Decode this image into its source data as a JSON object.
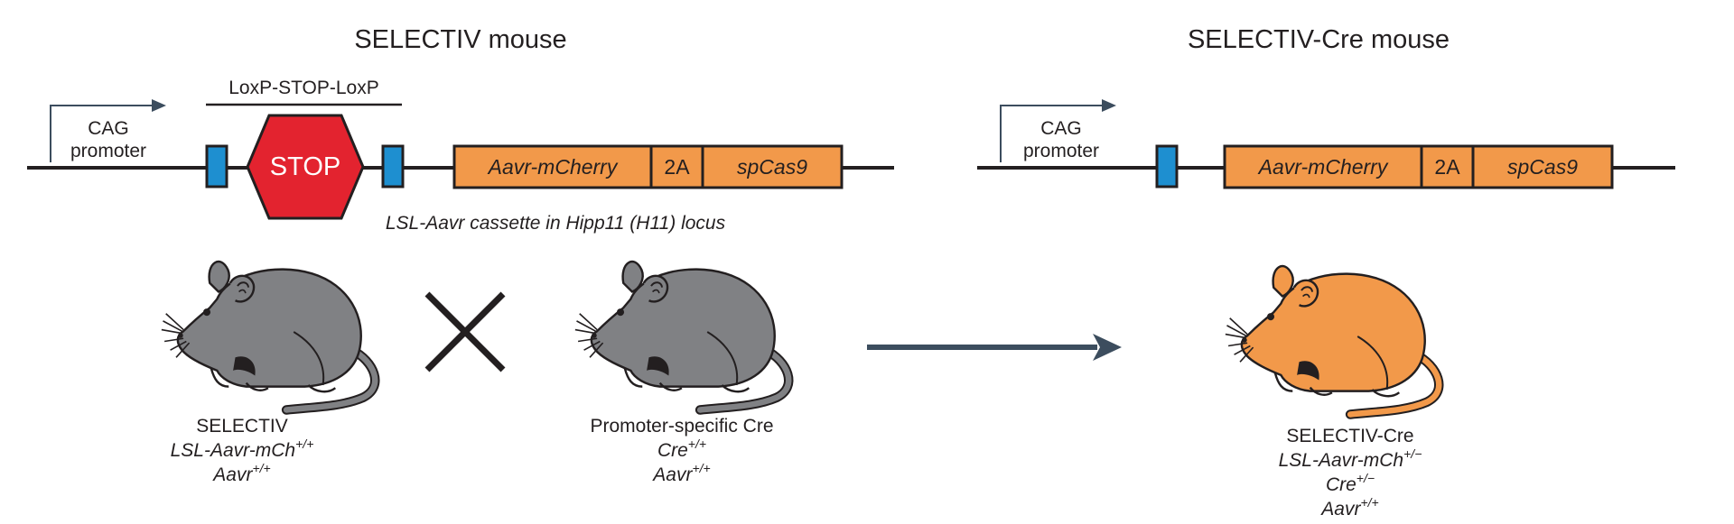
{
  "left_panel": {
    "title": "SELECTIV mouse",
    "promoter_line1": "CAG",
    "promoter_line2": "promoter",
    "loxp_label": "LoxP-STOP-LoxP",
    "stop_label": "STOP",
    "gene_mcherry": "Aavr-mCherry",
    "gene_2a": "2A",
    "gene_cas9": "spCas9",
    "cassette_label": "LSL-Aavr cassette in Hipp11 (H11) locus"
  },
  "right_panel": {
    "title": "SELECTIV-Cre mouse",
    "promoter_line1": "CAG",
    "promoter_line2": "promoter",
    "gene_mcherry": "Aavr-mCherry",
    "gene_2a": "2A",
    "gene_cas9": "spCas9"
  },
  "mice": {
    "selectiv": {
      "name": "SELECTIV",
      "g1": "LSL-Aavr-mCh",
      "g1_sup": "+/+",
      "g2": "Aavr",
      "g2_sup": "+/+"
    },
    "cre": {
      "name": "Promoter-specific Cre",
      "g1": "Cre",
      "g1_sup": "+/+",
      "g2": "Aavr",
      "g2_sup": "+/+"
    },
    "offspring": {
      "name": "SELECTIV-Cre",
      "g1": "LSL-Aavr-mCh",
      "g1_sup": "+/−",
      "g2": "Cre",
      "g2_sup": "+/−",
      "g3": "Aavr",
      "g3_sup": "+/+"
    }
  },
  "colors": {
    "line": "#231f20",
    "loxp": "#1e8fd0",
    "stop": "#e3232f",
    "gene": "#f2994a",
    "mouse_gray": "#808184",
    "mouse_orange": "#f2994a",
    "arrow": "#3c4d5e"
  }
}
